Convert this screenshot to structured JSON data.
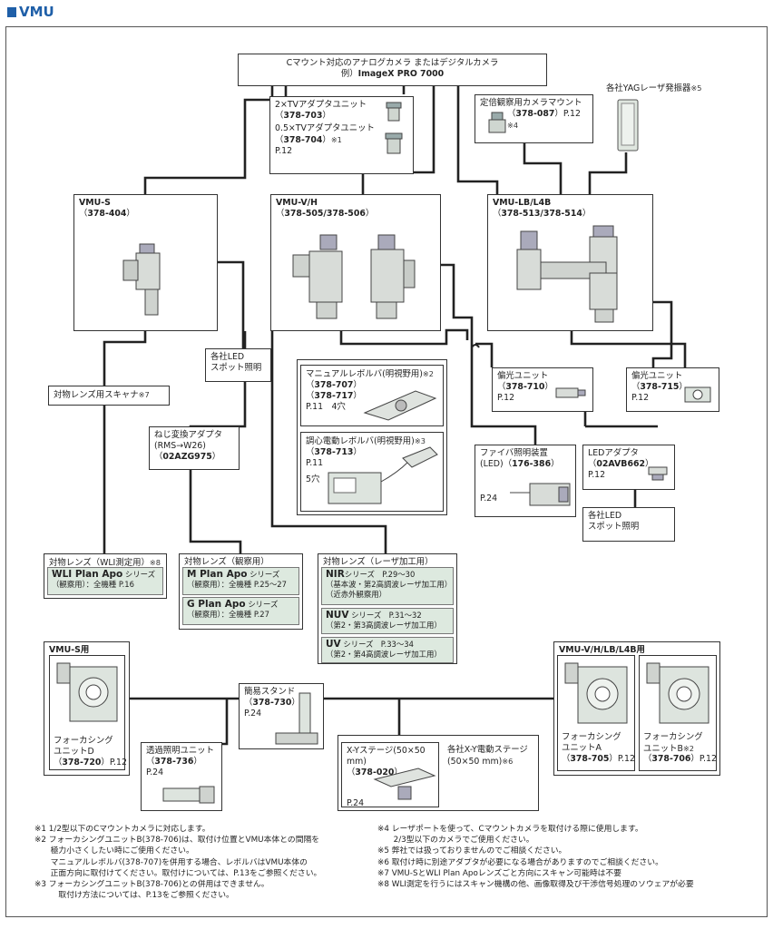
{
  "title": "VMU",
  "camera": {
    "line1": "Cマウント対応のアナログカメラ またはデジタルカメラ",
    "line2_prefix": "例）",
    "line2": "ImageX PRO 7000"
  },
  "tv_adapter": {
    "a_name": "2×TVアダプタユニット",
    "a_code": "378-703",
    "b_name": "0.5×TVアダプタユニット",
    "b_code": "378-704",
    "b_note": "※1",
    "page": "P.12"
  },
  "fixed_mount": {
    "name": "定倍観察用カメラマウント",
    "code": "378-087",
    "page": "P.12",
    "note": "※4"
  },
  "yag": {
    "name": "各社YAGレーザ発振器",
    "note": "※5"
  },
  "vmu_s": {
    "name": "VMU-S",
    "code": "378-404"
  },
  "vmu_vh": {
    "name": "VMU-V/H",
    "code": "378-505/378-506"
  },
  "vmu_lb": {
    "name": "VMU-LB/L4B",
    "code": "378-513/378-514"
  },
  "led_spot1": {
    "line1": "各社LED",
    "line2": "スポット照明"
  },
  "scanner": {
    "name": "対物レンズ用スキャナ",
    "note": "※7"
  },
  "manual_rev": {
    "name": "マニュアルレボルバ(明視野用)",
    "note": "※2",
    "code1": "378-707",
    "code2": "378-717",
    "page": "P.11",
    "holes": "4穴"
  },
  "motor_rev": {
    "name": "調心電動レボルバ(明視野用)",
    "note": "※3",
    "code": "378-713",
    "page": "P.11",
    "holes": "5穴"
  },
  "pol1": {
    "name": "偏光ユニット",
    "code": "378-710",
    "page": "P.12"
  },
  "pol2": {
    "name": "偏光ユニット",
    "code": "378-715",
    "page": "P.12"
  },
  "screw_adapter": {
    "name": "ねじ変換アダプタ",
    "spec": "(RMS→W26)",
    "code": "02AZG975"
  },
  "fiber": {
    "name": "ファイバ照明装置",
    "spec": "(LED)",
    "code": "176-386",
    "page": "P.24"
  },
  "led_adapter": {
    "name": "LEDアダプタ",
    "code": "02AVB662",
    "page": "P.12"
  },
  "led_spot2": {
    "line1": "各社LED",
    "line2": "スポット照明"
  },
  "obj_wli": {
    "header": "対物レンズ（WLI測定用）",
    "note": "※8",
    "items": [
      {
        "name": "WLI Plan Apo",
        "series": "シリーズ",
        "desc": "（観察用）：全機種",
        "page": "P.16"
      }
    ]
  },
  "obj_obs": {
    "header": "対物レンズ（観察用）",
    "items": [
      {
        "name": "M Plan Apo",
        "series": "シリーズ",
        "desc": "（観察用）：全機種",
        "page": "P.25～27"
      },
      {
        "name": "G Plan Apo",
        "series": "シリーズ",
        "desc": "（観察用）：全機種",
        "page": "P.27"
      }
    ]
  },
  "obj_laser": {
    "header": "対物レンズ（レーザ加工用）",
    "items": [
      {
        "name": "NIR",
        "series": "シリーズ",
        "page": "P.29～30",
        "desc1": "（基本波・第2高調波レーザ加工用）",
        "desc2": "（近赤外観察用）"
      },
      {
        "name": "NUV",
        "series": "シリーズ",
        "page": "P.31～32",
        "desc1": "（第2・第3高調波レーザ加工用）",
        "desc2": ""
      },
      {
        "name": "UV",
        "series": "シリーズ",
        "page": "P.33～34",
        "desc1": "（第2・第4高調波レーザ加工用）",
        "desc2": ""
      }
    ]
  },
  "for_s": {
    "header": "VMU-S用"
  },
  "focus_d": {
    "line1": "フォーカシング",
    "line2": "ユニットD",
    "code": "378-720",
    "page": "P.12"
  },
  "for_vh": {
    "header": "VMU-V/H/LB/L4B用"
  },
  "focus_a": {
    "line1": "フォーカシング",
    "line2": "ユニットA",
    "code": "378-705",
    "page": "P.12"
  },
  "focus_b": {
    "line1": "フォーカシング",
    "line2": "ユニットB",
    "note": "※2",
    "code": "378-706",
    "page": "P.12"
  },
  "stand": {
    "name": "簡易スタンド",
    "code": "378-730",
    "page": "P.24"
  },
  "trans": {
    "name": "透過照明ユニット",
    "code": "378-736",
    "page": "P.24"
  },
  "xy_stage": {
    "name": "X-Yステージ(50×50 mm)",
    "code": "378-020",
    "page": "P.24"
  },
  "xy_motor": {
    "line1": "各社X-Y電動ステージ",
    "line2": "(50×50 mm)",
    "note": "※6"
  },
  "notes_left": [
    "※1 1/2型以下のCマウントカメラに対応します。",
    "※2 フォーカシングユニットB(378-706)は、取付け位置とVMU本体との間隔を",
    "　　極力小さくしたい時にご使用ください。",
    "　　マニュアルレボルバ(378-707)を併用する場合、レボルバはVMU本体の",
    "　　正面方向に取付けてください。取付けについては、P.13をご参照ください。",
    "※3 フォーカシングユニットB(378-706)との併用はできません。",
    "　　　取付け方法については、P.13をご参照ください。"
  ],
  "notes_right": [
    "※4 レーザポートを使って、Cマウントカメラを取付ける際に使用します。",
    "　　2/3型以下のカメラでご使用ください。",
    "※5 弊社では扱っておりませんのでご相談ください。",
    "※6 取付け時に別途アダプタが必要になる場合がありますのでご相談ください。",
    "※7 VMU-SとWLI Plan Apoレンズごと方向にスキャン可能時は不要",
    "※8 WLI測定を行うにはスキャン機構の他、画像取得及び干渉信号処理のソウェアが必要"
  ]
}
